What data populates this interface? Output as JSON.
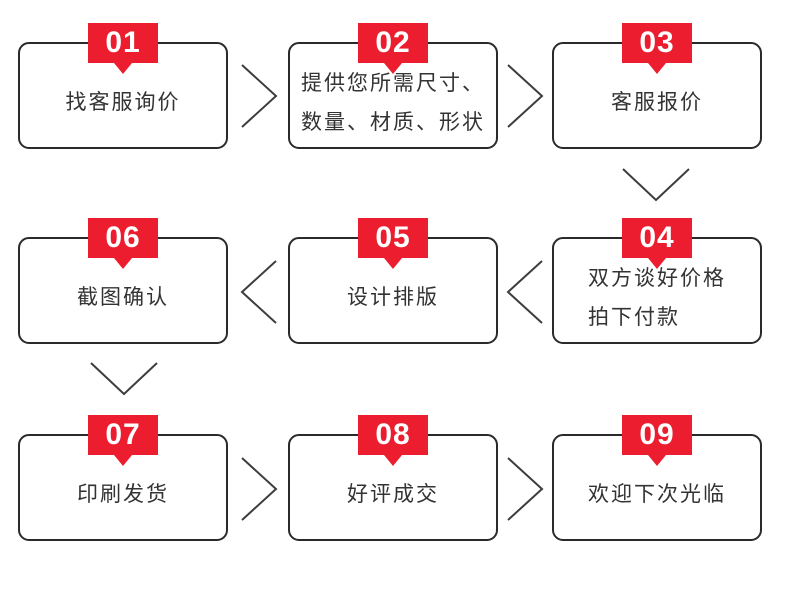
{
  "title": "order-process-flowchart",
  "colors": {
    "badge_red": "#EB1D2E",
    "badge_text": "#FFFFFF",
    "box_border": "#2A2A2A",
    "text": "#333333",
    "arrow": "#3D3D3D",
    "background": "#FFFFFF"
  },
  "steps": [
    {
      "num": "01",
      "label": "找客服询价"
    },
    {
      "num": "02",
      "label": "提供您所需尺寸、\n数量、材质、形状"
    },
    {
      "num": "03",
      "label": "客服报价"
    },
    {
      "num": "04",
      "label": "双方谈好价格\n拍下付款"
    },
    {
      "num": "05",
      "label": "设计排版"
    },
    {
      "num": "06",
      "label": "截图确认"
    },
    {
      "num": "07",
      "label": "印刷发货"
    },
    {
      "num": "08",
      "label": "好评成交"
    },
    {
      "num": "09",
      "label": "欢迎下次光临"
    }
  ]
}
